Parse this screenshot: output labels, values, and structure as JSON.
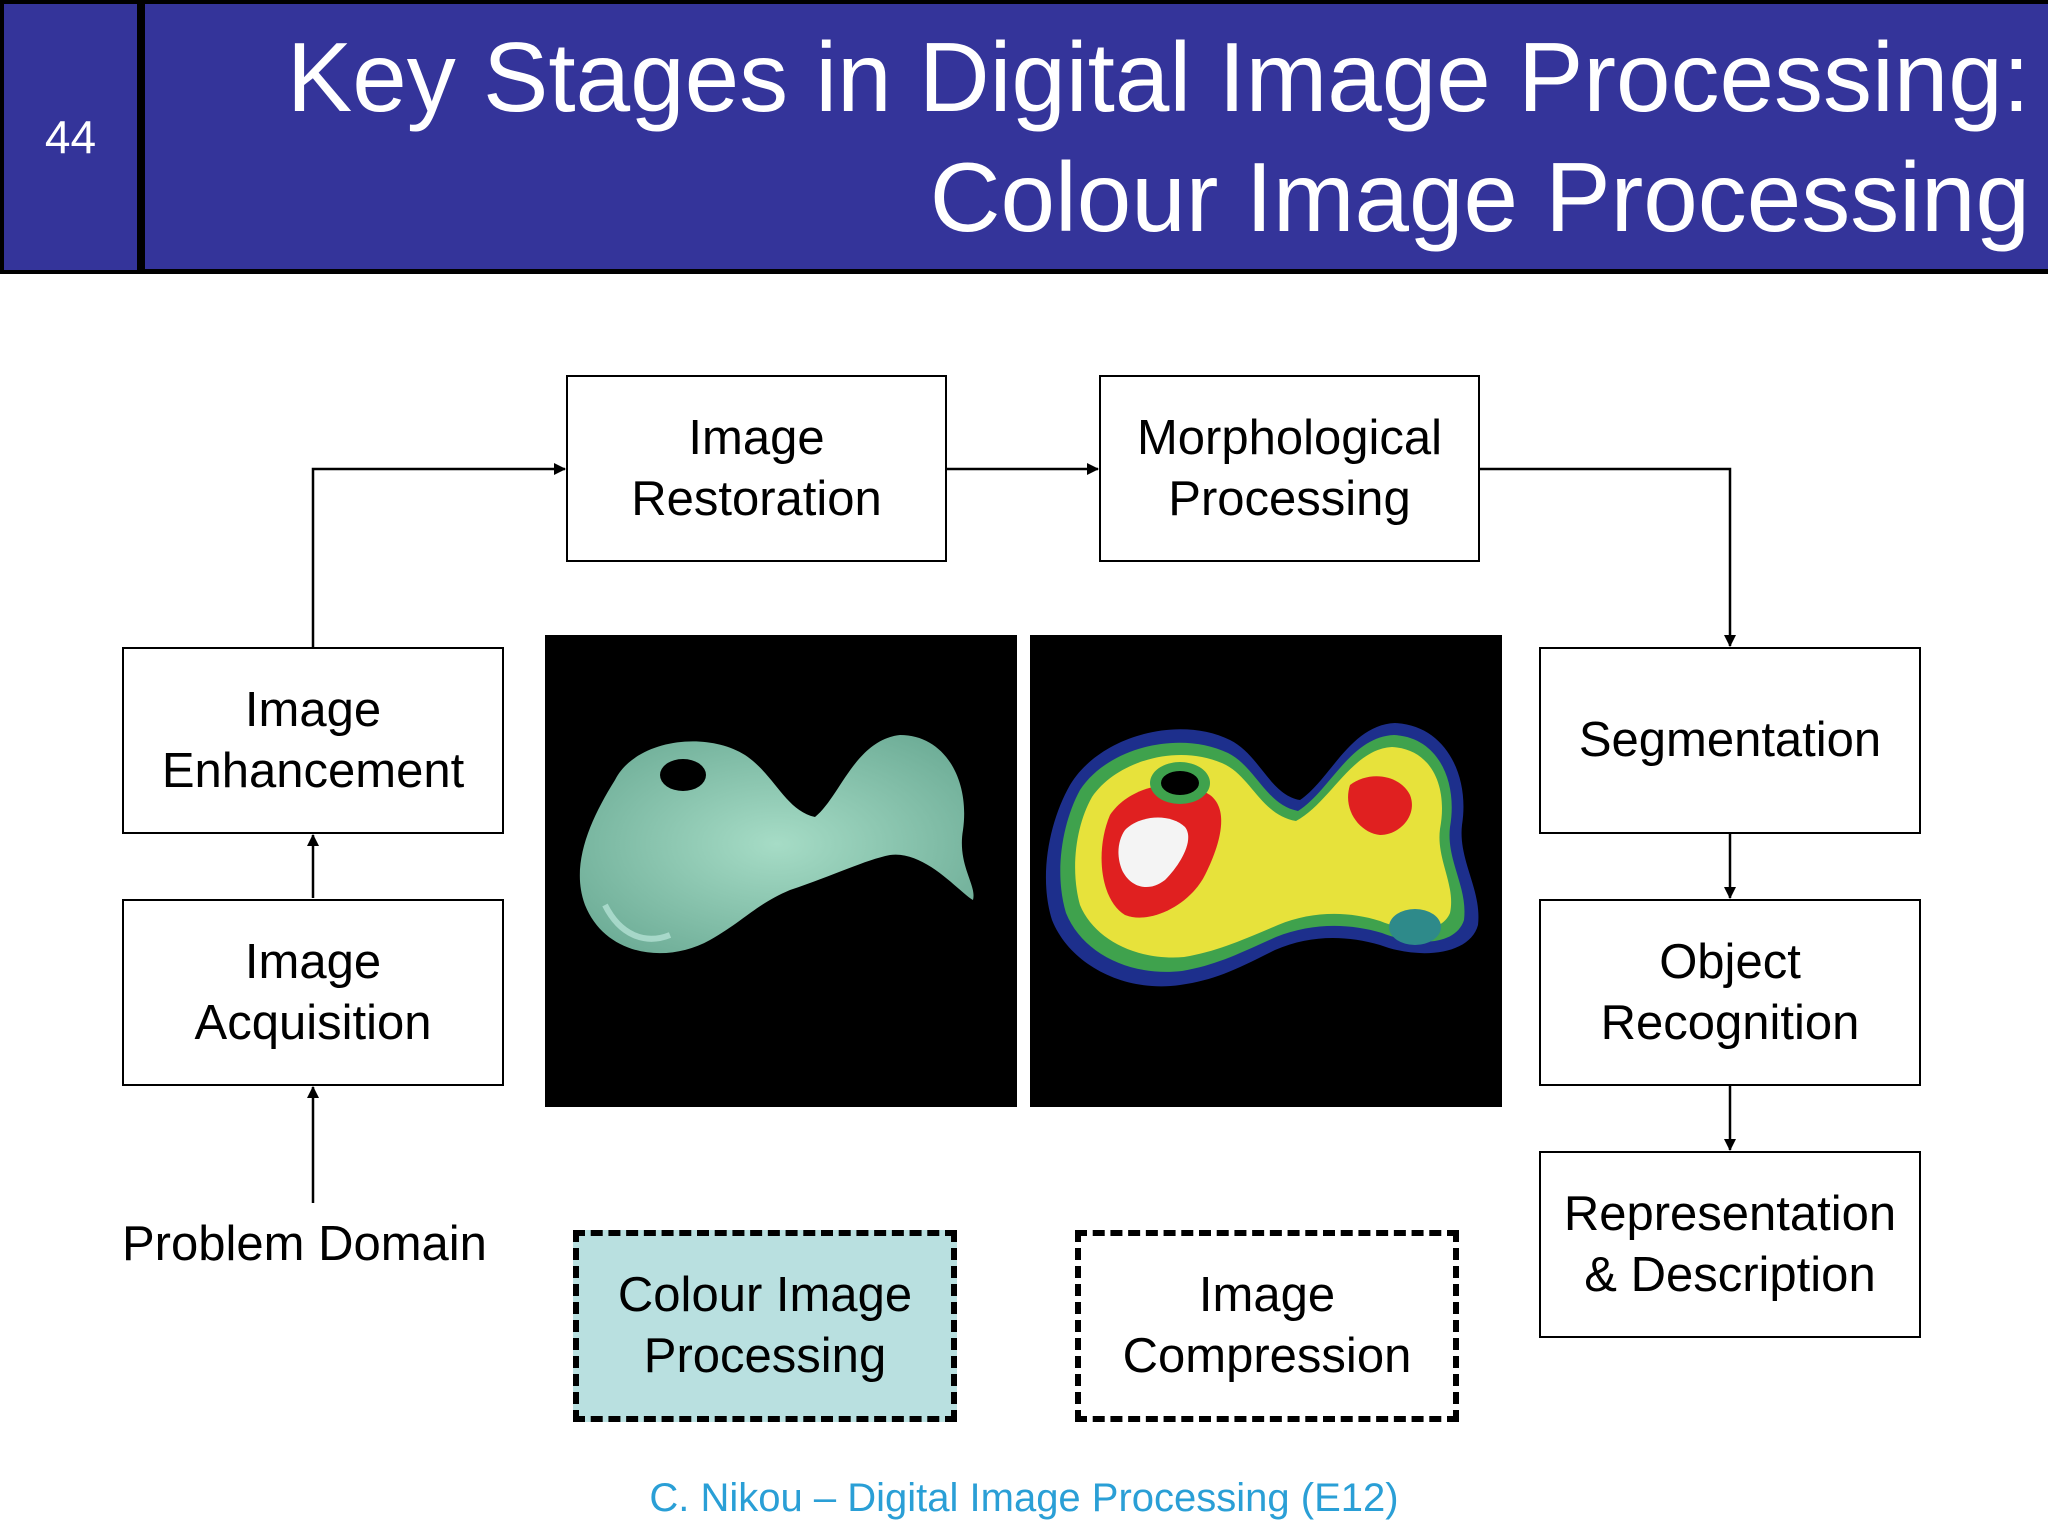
{
  "slide": {
    "number": "44",
    "title_line1": "Key Stages in Digital Image Processing:",
    "title_line2": "Colour Image Processing",
    "accent_color": "#34349a",
    "highlight_color": "#b9e0e0"
  },
  "stages": {
    "image_restoration": [
      "Image",
      "Restoration"
    ],
    "morphological_processing": [
      "Morphological",
      "Processing"
    ],
    "image_enhancement": [
      "Image",
      "Enhancement"
    ],
    "image_acquisition": [
      "Image",
      "Acquisition"
    ],
    "problem_domain": "Problem Domain",
    "segmentation": "Segmentation",
    "object_recognition": [
      "Object",
      "Recognition"
    ],
    "representation_description": [
      "Representation",
      "& Description"
    ],
    "colour_image_processing": [
      "Colour Image",
      "Processing"
    ],
    "image_compression": [
      "Image",
      "Compression"
    ]
  },
  "footer": "C. Nikou – Digital Image Processing (E12)"
}
